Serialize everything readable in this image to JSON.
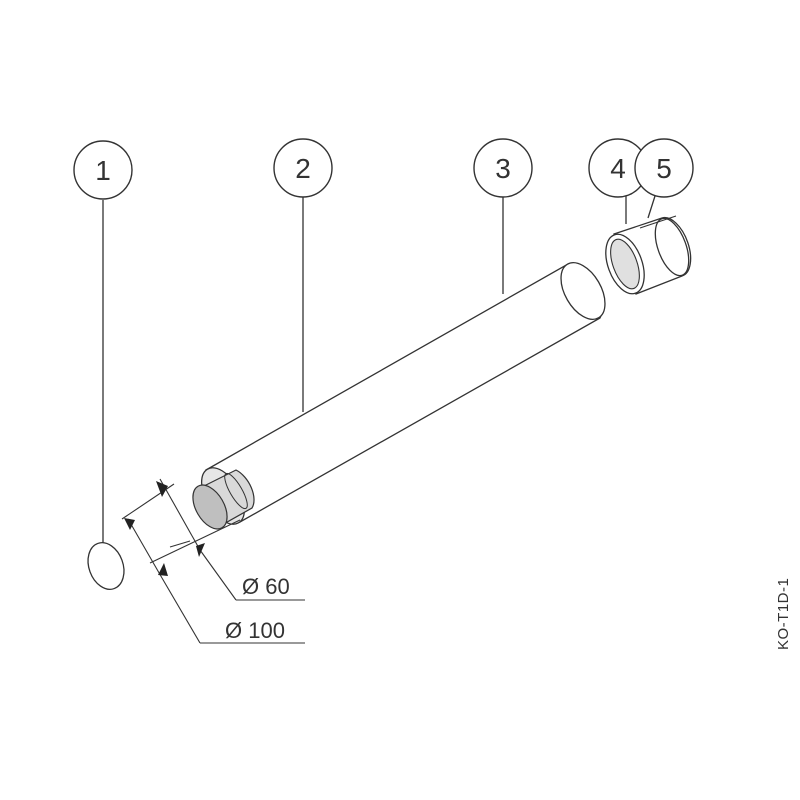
{
  "callouts": [
    "1",
    "2",
    "3",
    "4",
    "5"
  ],
  "dimensions": {
    "inner": "Ø 60",
    "outer": "Ø 100"
  },
  "drawing_code": "KO-T1D-1"
}
